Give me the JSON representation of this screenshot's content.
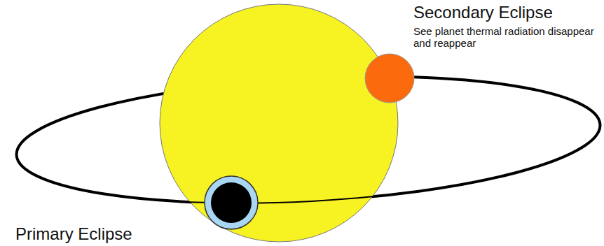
{
  "diagram": {
    "labels": [
      "Secondary Eclipse",
      "See planet thermal radiation disappear and reappear",
      "Primary Eclipse"
    ]
  }
}
